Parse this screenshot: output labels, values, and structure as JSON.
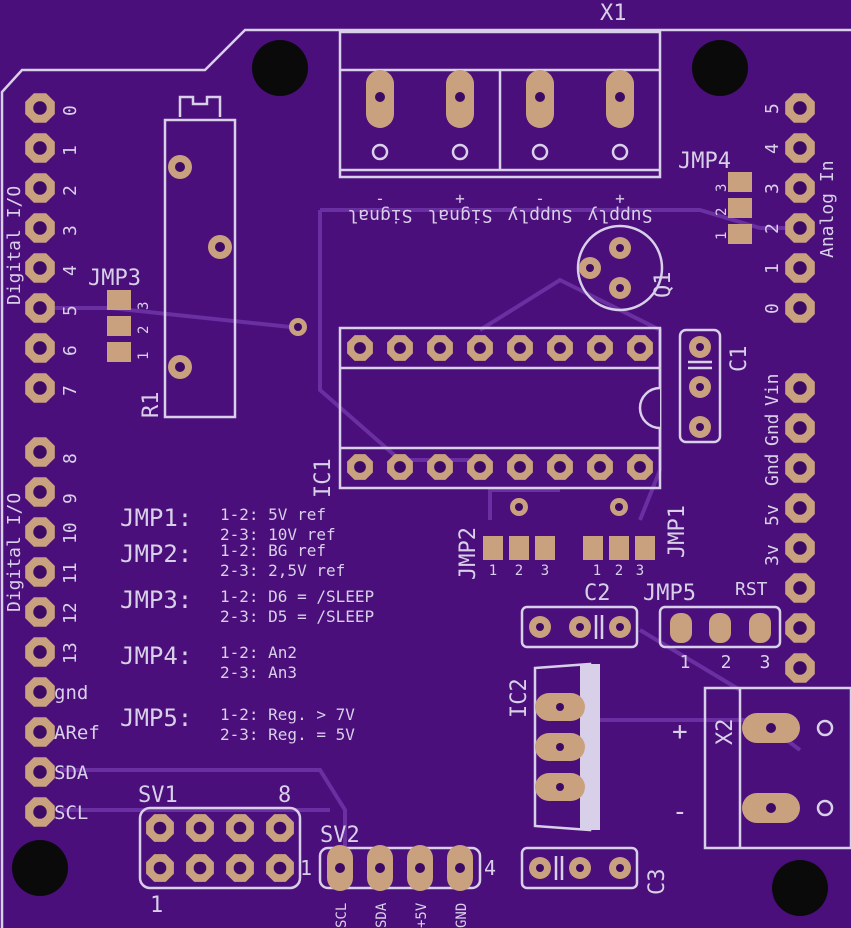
{
  "board": {
    "x1_label": "X1",
    "x1_signs": [
      "-",
      "+",
      "-",
      "+"
    ],
    "x1_pin_labels": [
      "Signal",
      "Signal",
      "Supply",
      "Supply"
    ],
    "r1_label": "R1",
    "ic1_label": "IC1",
    "q1_label": "Q1",
    "c1_label": "C1",
    "c2_label": "C2",
    "c3_label": "C3",
    "ic2_label": "IC2",
    "x2_label": "X2",
    "x2_plus": "+",
    "x2_minus": "-",
    "rst_label": "RST",
    "sv1_label": "SV1",
    "sv1_pin_first": "1",
    "sv1_pin_last": "8",
    "sv2_label": "SV2",
    "sv2_pin_first": "1",
    "sv2_pin_last": "4",
    "sv2_pins": [
      "SCL",
      "SDA",
      "+5V",
      "GND"
    ]
  },
  "jumpers": [
    {
      "name": "JMP1",
      "pins": [
        "1",
        "2",
        "3"
      ]
    },
    {
      "name": "JMP2",
      "pins": [
        "1",
        "2",
        "3"
      ]
    },
    {
      "name": "JMP3",
      "pins": [
        "1",
        "2",
        "3"
      ]
    },
    {
      "name": "JMP4",
      "pins": [
        "1",
        "2",
        "3"
      ]
    },
    {
      "name": "JMP5",
      "pins": [
        "1",
        "2",
        "3"
      ]
    }
  ],
  "left_header": {
    "group_label_top": "Digital I/O",
    "group_label_bottom": "Digital I/O",
    "pins_top": [
      "0",
      "1",
      "2",
      "3",
      "4",
      "5",
      "6",
      "7"
    ],
    "pins_bottom": [
      "8",
      "9",
      "10",
      "11",
      "12",
      "13"
    ],
    "pins_extra": [
      "gnd",
      "ARef",
      "SDA",
      "SCL"
    ]
  },
  "right_header": {
    "analog_label": "Analog In",
    "analog_pins": [
      "5",
      "4",
      "3",
      "2",
      "1",
      "0"
    ],
    "power_pins": [
      "Vin",
      "Gnd",
      "Gnd",
      "5v",
      "3v",
      "RST"
    ]
  },
  "legend": [
    {
      "name": "JMP1:",
      "lines": [
        "1-2: 5V ref",
        "2-3: 10V ref"
      ]
    },
    {
      "name": "JMP2:",
      "lines": [
        "1-2: BG ref",
        "2-3: 2,5V ref"
      ]
    },
    {
      "name": "JMP3:",
      "lines": [
        "1-2: D6 = /SLEEP",
        "2-3: D5 = /SLEEP"
      ]
    },
    {
      "name": "JMP4:",
      "lines": [
        "1-2: An2",
        "2-3: An3"
      ]
    },
    {
      "name": "JMP5:",
      "lines": [
        "1-2: Reg. > 7V",
        "2-3: Reg. = 5V"
      ]
    }
  ],
  "colors": {
    "board": "#4a0f7a",
    "silkscreen": "#d8d0e8",
    "pad": "#c9a17e",
    "trace": "#6a2fa0"
  }
}
